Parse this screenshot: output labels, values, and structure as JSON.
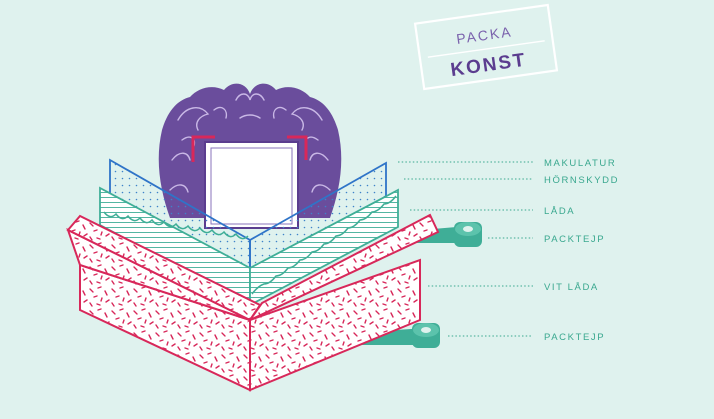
{
  "badge": {
    "line1": "PACKA",
    "line2": "KONST"
  },
  "labels": [
    {
      "id": "makulatur",
      "text": "MAKULATUR"
    },
    {
      "id": "hornskydd",
      "text": "HÖRNSKYDD"
    },
    {
      "id": "lada",
      "text": "LÅDA"
    },
    {
      "id": "packtejp1",
      "text": "PACKTEJP"
    },
    {
      "id": "vit-lada",
      "text": "VIT LÅDA"
    },
    {
      "id": "packtejp2",
      "text": "PACKTEJP"
    }
  ],
  "colors": {
    "background": "#dff2ee",
    "purple": "#6a4d9c",
    "pink": "#d8285a",
    "blue": "#2f74c8",
    "teal": "#3fae97",
    "labels": "#3aa88f",
    "white": "#ffffff"
  }
}
